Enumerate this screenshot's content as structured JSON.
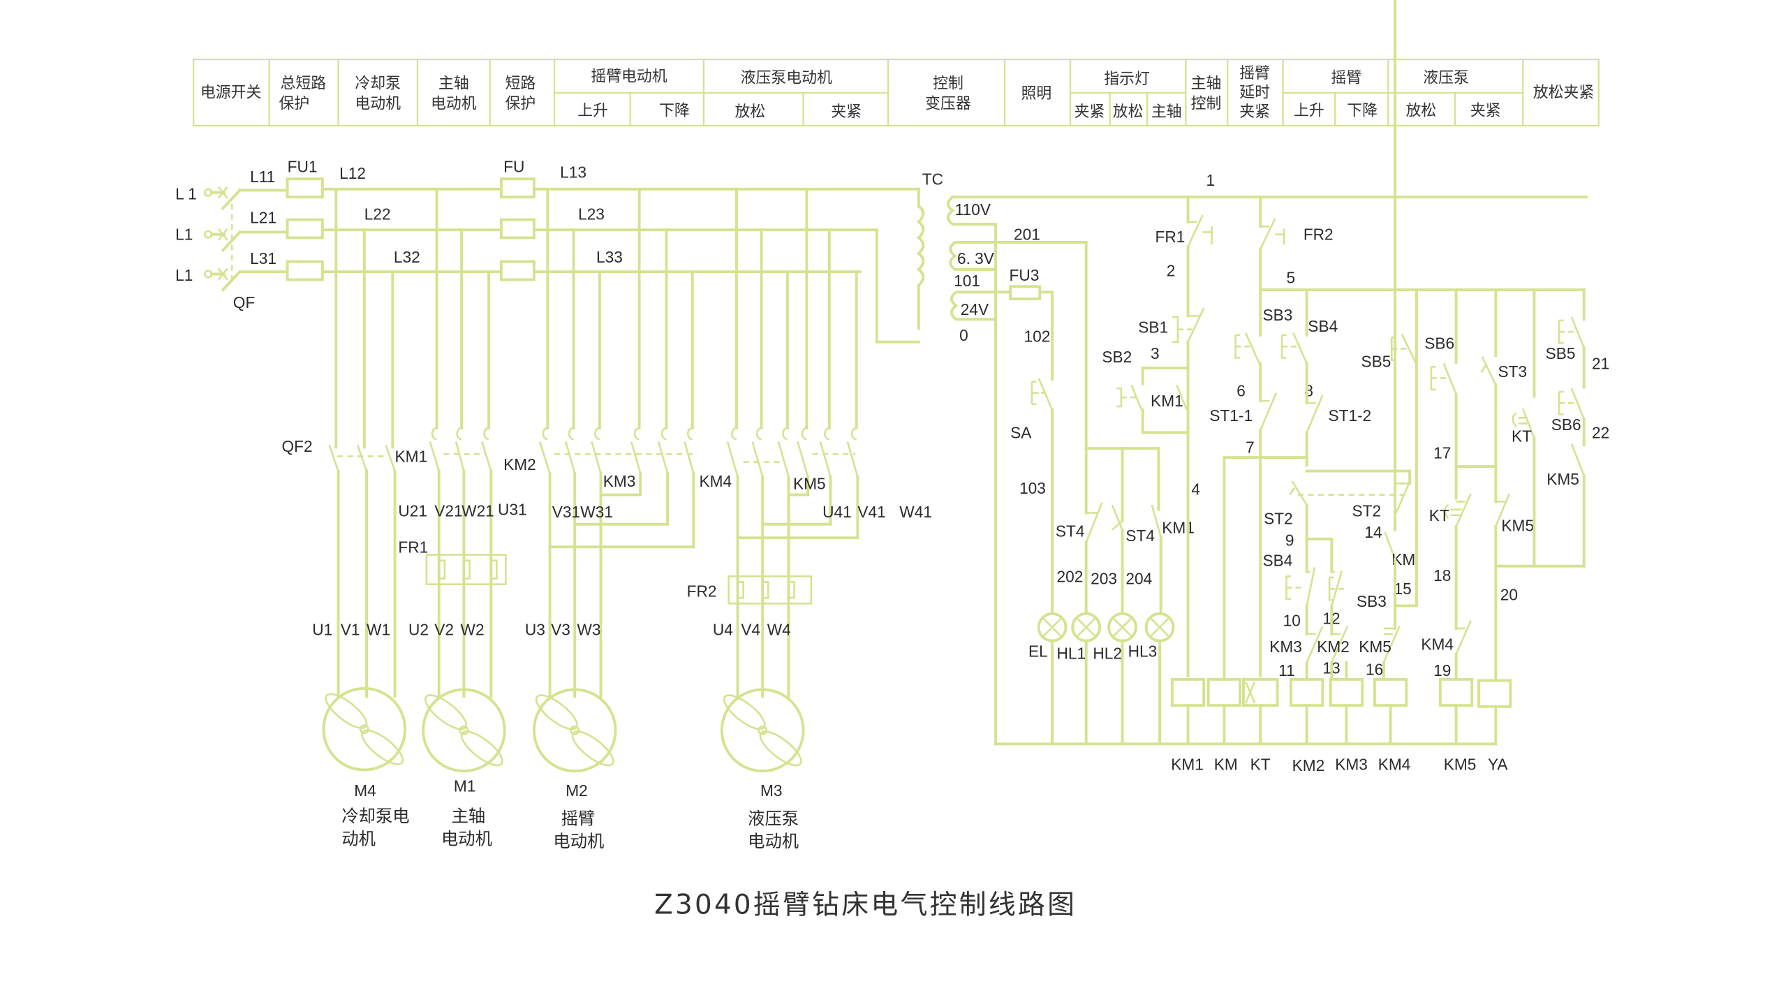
{
  "title": "Z3040摇臂钻床电气控制线路图",
  "header_table": {
    "columns": [
      {
        "label": "电源开关"
      },
      {
        "label_lines": [
          "总短路",
          "保护"
        ]
      },
      {
        "label_lines": [
          "冷却泵",
          "电动机"
        ]
      },
      {
        "label_lines": [
          "主轴",
          "电动机"
        ]
      },
      {
        "label_lines": [
          "短路",
          "保护"
        ]
      },
      {
        "label": "摇臂电动机",
        "sub": [
          "上升",
          "下降"
        ]
      },
      {
        "label": "液压泵电动机",
        "sub": [
          "放松",
          "夹紧"
        ]
      },
      {
        "label_lines": [
          "控制",
          "变压器"
        ]
      },
      {
        "label": "照明"
      },
      {
        "label": "指示灯",
        "sub": [
          "夹紧",
          "放松",
          "主轴"
        ]
      },
      {
        "label_lines": [
          "主轴",
          "控制"
        ]
      },
      {
        "label_lines": [
          "摇臂",
          "延时",
          "夹紧"
        ]
      },
      {
        "label": "摇臂",
        "sub": [
          "上升",
          "下降"
        ]
      },
      {
        "label": "液压泵",
        "sub": [
          "放松",
          "夹紧"
        ]
      },
      {
        "label": "放松夹紧"
      }
    ]
  },
  "power_circuit": {
    "inputs": [
      "L 1",
      "L1",
      "L1"
    ],
    "main_switch": "QF",
    "fuses": [
      "FU1",
      "FU"
    ],
    "bus_labels": [
      "L11",
      "L21",
      "L31",
      "L12",
      "L22",
      "L32",
      "L13",
      "L23",
      "L33"
    ],
    "switch_labels": [
      "QF2",
      "KM1",
      "KM2",
      "KM3",
      "KM4",
      "KM5"
    ],
    "terminal_labels": [
      "U21",
      "V21",
      "W21",
      "U31",
      "V31",
      "W31",
      "U41",
      "V41",
      "W41"
    ],
    "overloads": [
      "FR1",
      "FR2"
    ],
    "motor_terminals": [
      [
        "U1",
        "V1",
        "W1"
      ],
      [
        "U2",
        "V2",
        "W2"
      ],
      [
        "U3",
        "V3",
        "W3"
      ],
      [
        "U4",
        "V4",
        "W4"
      ]
    ],
    "motors": [
      {
        "id": "M4",
        "name_lines": [
          "冷却泵电",
          "动机"
        ]
      },
      {
        "id": "M1",
        "name_lines": [
          "主轴",
          "电动机"
        ]
      },
      {
        "id": "M2",
        "name_lines": [
          "摇臂",
          "电动机"
        ]
      },
      {
        "id": "M3",
        "name_lines": [
          "液压泵",
          "电动机"
        ]
      }
    ]
  },
  "transformer": {
    "id": "TC",
    "taps": [
      "110V",
      "6. 3V",
      "24V"
    ],
    "fuse": "FU3"
  },
  "control_circuit": {
    "node_numbers": [
      "1",
      "2",
      "3",
      "4",
      "5",
      "6",
      "7",
      "8",
      "9",
      "10",
      "11",
      "12",
      "13",
      "14",
      "15",
      "16",
      "17",
      "18",
      "19",
      "20",
      "21",
      "22",
      "0",
      "101",
      "102",
      "103",
      "201",
      "202",
      "203",
      "204"
    ],
    "components": [
      "FR1",
      "FR2",
      "SB1",
      "SB2",
      "KM1",
      "SB3",
      "SB4",
      "ST1-1",
      "ST1-2",
      "SB5",
      "SB6",
      "ST3",
      "KT",
      "SB5",
      "SB6",
      "KM5",
      "SA",
      "ST4",
      "ST4",
      "KM1",
      "ST2",
      "ST2",
      "SB4",
      "SB3",
      "KM",
      "KM3",
      "KM2",
      "KM5",
      "KM4",
      "KT",
      "KM5"
    ],
    "lamps": [
      "EL",
      "HL1",
      "HL2",
      "HL3"
    ],
    "coils": [
      "KM1",
      "KM",
      "KT",
      "KM2",
      "KM3",
      "KM4",
      "KM5",
      "YA"
    ]
  }
}
